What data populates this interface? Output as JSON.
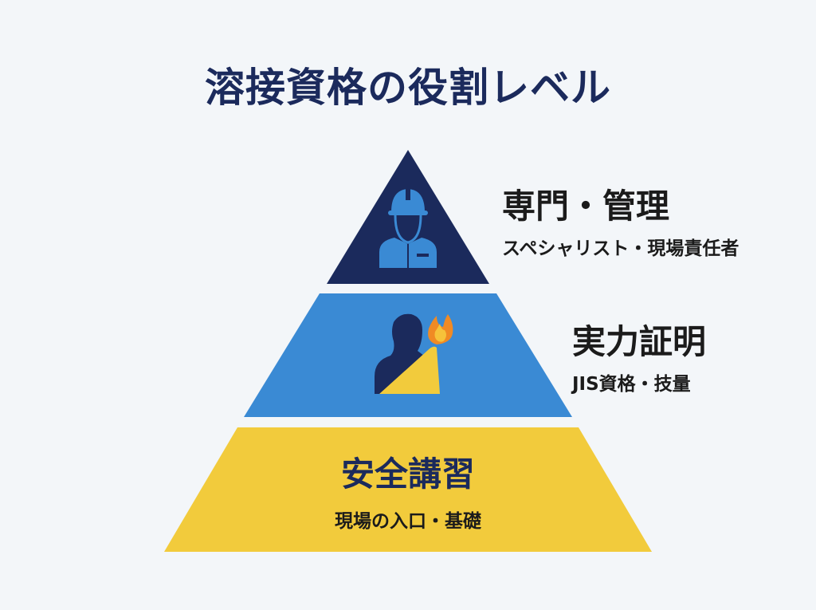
{
  "title": "溶接資格の役割レベル",
  "levels": [
    {
      "main": "専門・管理",
      "sub": "スペシャリスト・現場責任者",
      "color": "#1b2a5c",
      "icon": "worker-helmet-icon"
    },
    {
      "main": "実力証明",
      "sub": "JIS資格・技量",
      "color": "#3a8ad4",
      "icon": "welder-flame-icon"
    },
    {
      "main": "安全講習",
      "sub": "現場の入口・基礎",
      "color": "#f2cb3c"
    }
  ],
  "colors": {
    "background": "#f3f6f9",
    "navy": "#1b2a5c",
    "blue": "#3a8ad4",
    "yellow": "#f2cb3c",
    "flame": "#f08a24"
  }
}
